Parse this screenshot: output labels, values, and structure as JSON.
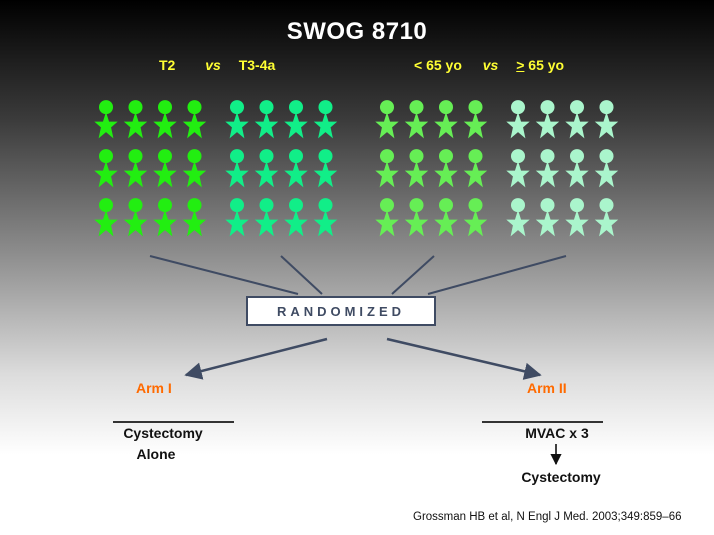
{
  "title": "SWOG 8710",
  "stratification": {
    "stage": {
      "left": "T2",
      "vs": "vs",
      "right": "T3-4a"
    },
    "age": {
      "left": "< 65 yo",
      "vs": "vs",
      "right_symbol": ">",
      "right_rest": " 65 yo"
    }
  },
  "groups": [
    {
      "name": "T2",
      "color": "#22ee11"
    },
    {
      "name": "T3-4a",
      "color": "#11ee88"
    },
    {
      "name": "< 65 yo",
      "color": "#66ee55"
    },
    {
      "name": "> 65 yo",
      "color": "#aaf5cc"
    }
  ],
  "randomized_label": "RANDOMIZED",
  "arms": [
    {
      "label": "Arm I",
      "steps": [
        "Cystectomy",
        "Alone"
      ]
    },
    {
      "label": "Arm II",
      "steps": [
        "MVAC x 3",
        "Cystectomy"
      ]
    }
  ],
  "citation": "Grossman HB et al, N Engl J Med. 2003;349:859–66",
  "colors": {
    "accent_orange": "#ff6a00",
    "header_yellow": "#ffff33",
    "box_border": "#3f4b63"
  }
}
